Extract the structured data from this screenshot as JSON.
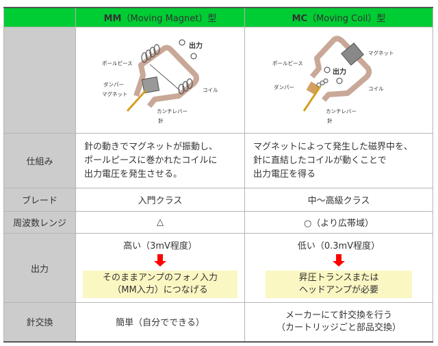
{
  "header": {
    "mm_title": "MM",
    "mm_sub": "（Moving Magnet）型",
    "mc_title": "MC",
    "mc_sub": "（Moving Coil）型"
  },
  "diagram_labels": {
    "output": "出力",
    "pole_piece": "ポールピース",
    "damper": "ダンパー",
    "magnet": "マグネット",
    "coil": "コイル",
    "cantilever": "カンチレバー",
    "needle": "針"
  },
  "rows": {
    "mechanism": {
      "label": "仕組み",
      "mm": [
        "針の動きでマグネットが振動し、",
        "ポールピースに巻かれたコイルに",
        "出力電圧を発生させる。"
      ],
      "mc": [
        "マグネットによって発生した磁界中を、",
        "針に直結したコイルが動くことで",
        "出力電圧を得る"
      ]
    },
    "grade": {
      "label": "ブレード",
      "mm": "入門クラス",
      "mc": "中～高級クラス"
    },
    "frequency": {
      "label": "周波数レンジ",
      "mm": "△",
      "mc": "○（より広帯域）"
    },
    "output": {
      "label": "出力",
      "mm": "高い（3mV程度）",
      "mm_note": [
        "そのままアンプのフォノ入力",
        "（MM入力）につなげる"
      ],
      "mc": "低い（0.3mV程度）",
      "mc_note": [
        "昇圧トランスまたは",
        "ヘッドアンプが必要"
      ]
    },
    "needle": {
      "label": "針交換",
      "mm": "簡単（自分でできる）",
      "mc": [
        "メーカーにて針交換を行う",
        "（カートリッジごと部品交換）"
      ]
    }
  }
}
